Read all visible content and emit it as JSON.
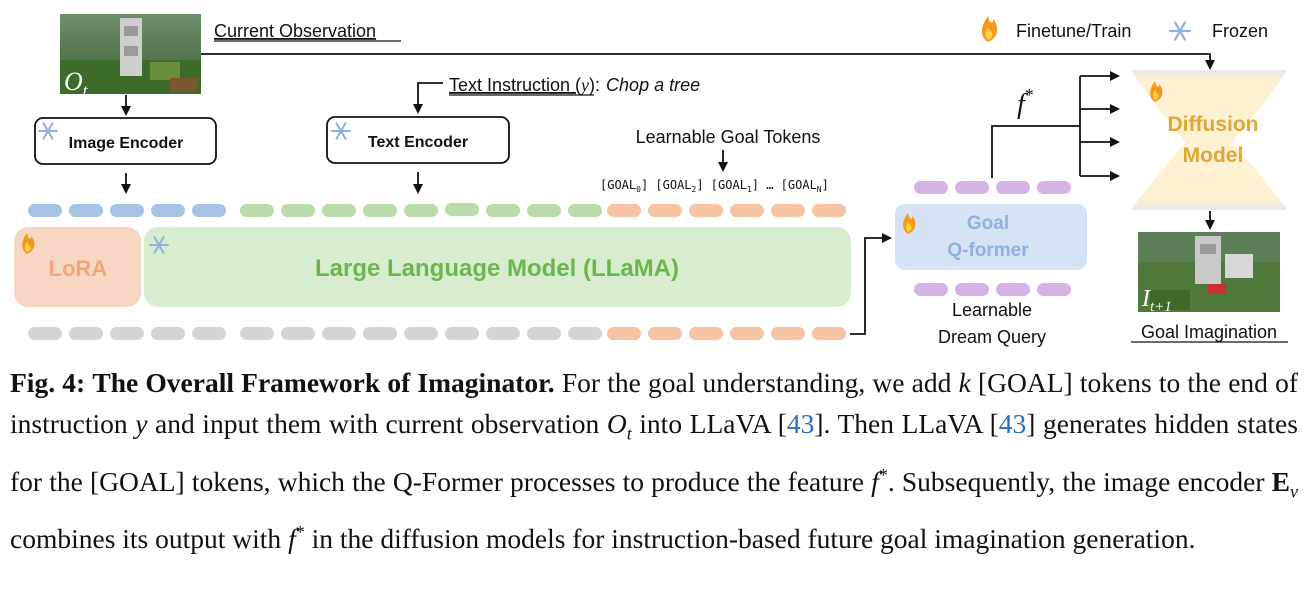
{
  "labels": {
    "current_observation": "Current Observation",
    "text_instruction_prefix": "Text Instruction (",
    "text_instruction_var": "y",
    "text_instruction_suffix": "):",
    "text_instruction_value": "Chop a tree",
    "image_encoder": "Image Encoder",
    "text_encoder": "Text Encoder",
    "learnable_goal_tokens": "Learnable Goal Tokens",
    "goal_tokens": [
      "[GOAL",
      "0",
      "] [GOAL",
      "2",
      "] [GOAL",
      "1",
      "] … [GOAL",
      "N",
      "]"
    ],
    "lora": "LoRA",
    "llm": "Large Language Model (LLaMA)",
    "q_former_line1": "Goal",
    "q_former_line2": "Q-former",
    "dream_query_line1": "Learnable",
    "dream_query_line2": "Dream Query",
    "f_star": "f",
    "f_star_sup": "*",
    "diffusion_line1": "Diffusion",
    "diffusion_line2": "Model",
    "goal_imagination": "Goal Imagination",
    "obs_symbol": "O",
    "obs_sub": "t",
    "img_symbol": "I",
    "img_sub": "t+1"
  },
  "legend": {
    "finetune": "Finetune/Train",
    "frozen": "Frozen"
  },
  "caption": {
    "label": "Fig. 4:",
    "title": "The Overall Framework of Imaginator.",
    "s1": " For the goal understanding, we add ",
    "k": "k",
    "s2": " [GOAL] tokens to the end of instruction ",
    "y": "y",
    "s3": " and input them with current observation ",
    "O": "O",
    "Osub": "t",
    "s4": " into LLaVA [",
    "ref1": "43",
    "s5": "]. Then LLaVA [",
    "ref2": "43",
    "s6": "] generates hidden states for the [GOAL] tokens, which the Q-Former processes to produce the feature ",
    "f1": "f",
    "f1sup": "*",
    "s7": ". Subsequently, the image encoder ",
    "E": "E",
    "Esub": "v",
    "s8": " combines its output with ",
    "f2": "f",
    "f2sup": "*",
    "s9": " in the diffusion models for instruction-based future goal imagination generation."
  },
  "colors": {
    "blue_token": "#a6c2e6",
    "green_token": "#b9dca8",
    "orange_token": "#f6c3a3",
    "gray_token": "#d4d4d4",
    "purple_token": "#d6b3e6",
    "llm_fill": "#d8ecd0",
    "llm_text": "#6cb64e",
    "lora_fill": "#f7d6c4",
    "lora_text": "#f2a679",
    "qformer_fill": "#d5e3f5",
    "qformer_text": "#8fb1df",
    "diffusion_fill": "#fdf1d1",
    "diffusion_text": "#e0a63a"
  }
}
